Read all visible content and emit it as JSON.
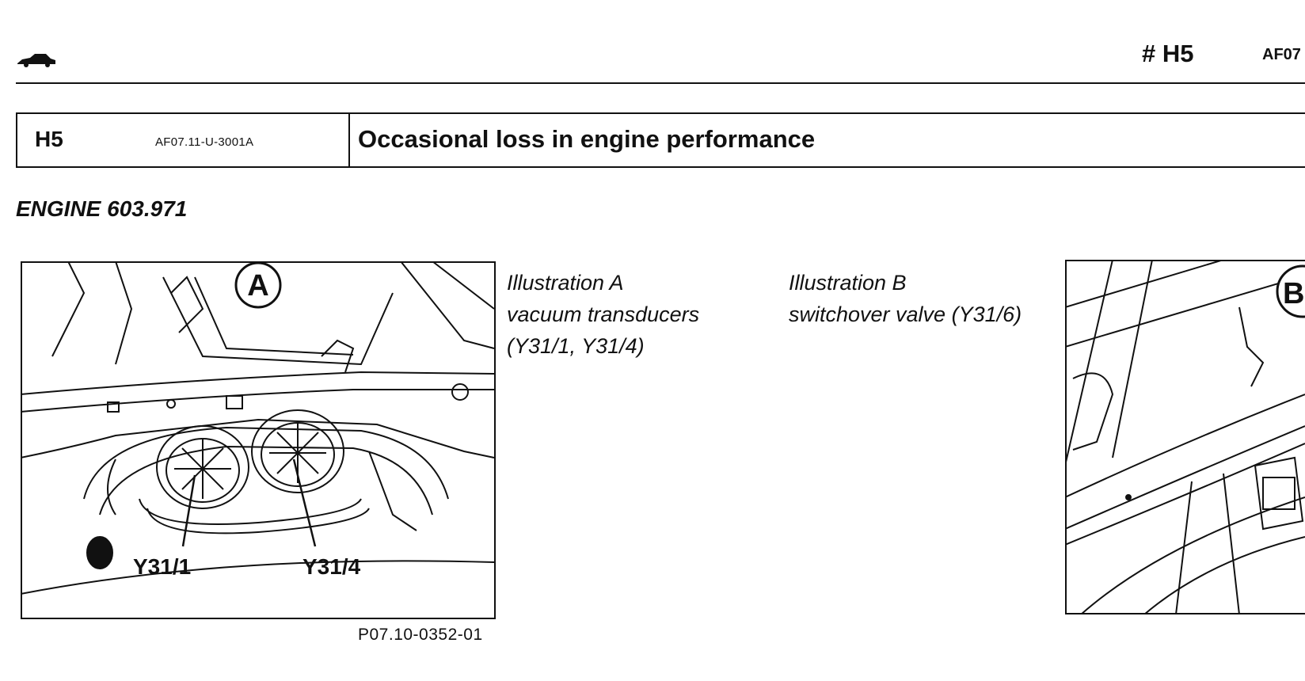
{
  "header": {
    "icon": "car-icon",
    "code": "# H5",
    "ref": "AF07"
  },
  "title_box": {
    "code": "H5",
    "ref": "AF07.11-U-3001A",
    "title": "Occasional loss in engine performance"
  },
  "section": {
    "heading": "ENGINE 603.971"
  },
  "illustration_a": {
    "badge": "A",
    "labels": [
      "Y31/1",
      "Y31/4"
    ],
    "figure_ref": "P07.10-0352-01",
    "caption_lines": [
      "Illustration A",
      "vacuum transducers",
      "(Y31/1, Y31/4)"
    ]
  },
  "illustration_b": {
    "badge": "B",
    "caption_lines": [
      "Illustration B",
      "switchover valve (Y31/6)"
    ]
  },
  "colors": {
    "ink": "#111111",
    "paper": "#ffffff"
  }
}
